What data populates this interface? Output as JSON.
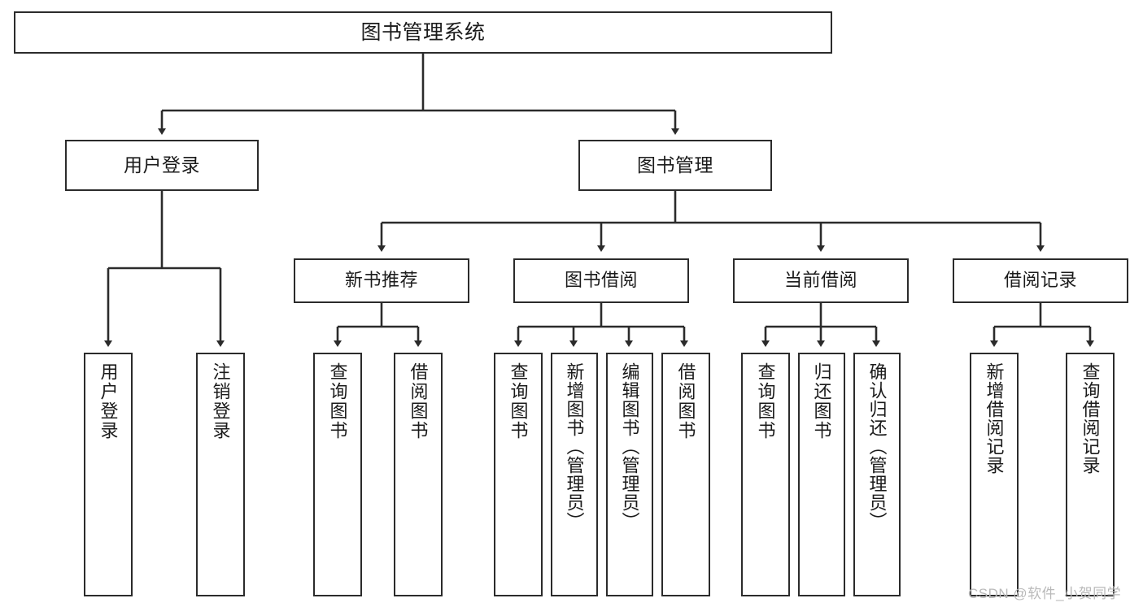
{
  "diagram": {
    "title": "图书管理系统",
    "type": "tree-hierarchy",
    "accent_color": "#2b2b2b",
    "background_color": "#ffffff"
  },
  "root": {
    "label": "图书管理系统"
  },
  "level2": [
    {
      "label": "用户登录"
    },
    {
      "label": "图书管理"
    }
  ],
  "level3": [
    {
      "label": "新书推荐"
    },
    {
      "label": "图书借阅"
    },
    {
      "label": "当前借阅"
    },
    {
      "label": "借阅记录"
    }
  ],
  "leaves": {
    "user_login": [
      {
        "label": "用户登录"
      },
      {
        "label": "注销登录"
      }
    ],
    "new_book": [
      {
        "label": "查询图书"
      },
      {
        "label": "借阅图书"
      }
    ],
    "book_borrow": [
      {
        "label": "查询图书"
      },
      {
        "label": "新增图书（管理员）"
      },
      {
        "label": "编辑图书（管理员）"
      },
      {
        "label": "借阅图书"
      }
    ],
    "current_borrow": [
      {
        "label": "查询图书"
      },
      {
        "label": "归还图书"
      },
      {
        "label": "确认归还（管理员）"
      }
    ],
    "borrow_record": [
      {
        "label": "新增借阅记录"
      },
      {
        "label": "查询借阅记录"
      }
    ]
  },
  "watermark": {
    "text": "CSDN @软件_小贺同学"
  }
}
